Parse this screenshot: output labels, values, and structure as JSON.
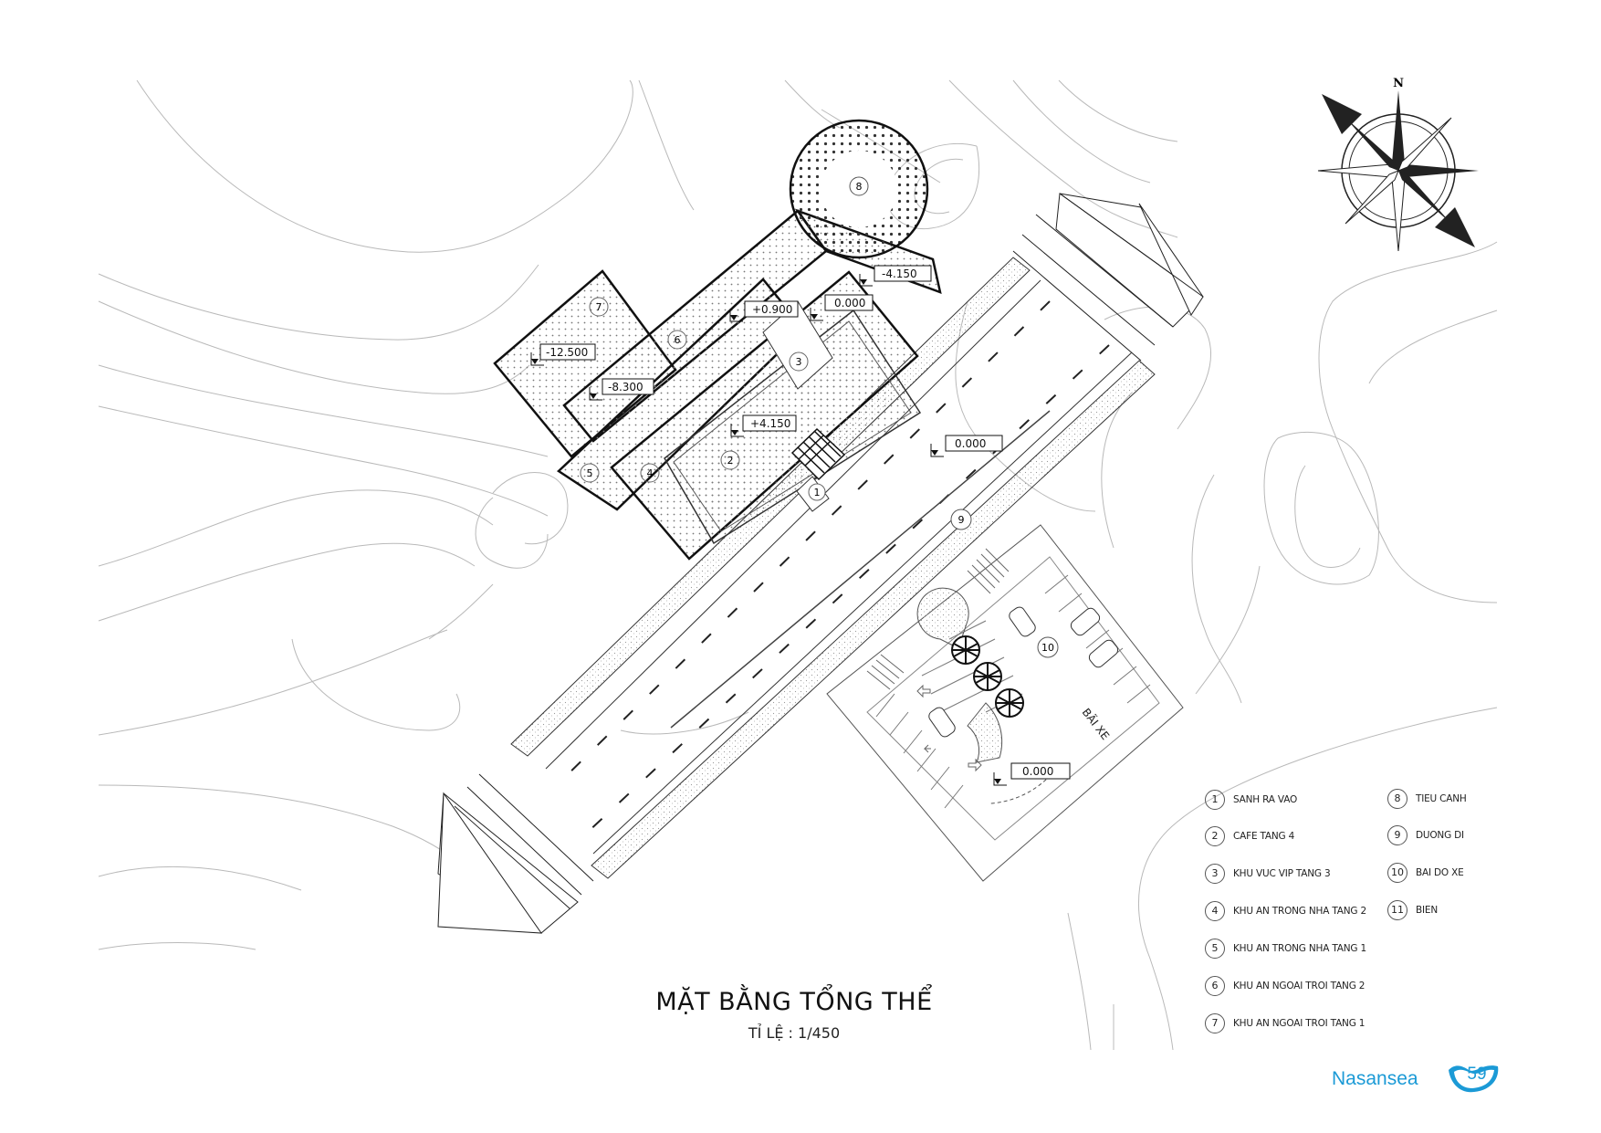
{
  "drawing": {
    "title": "MẶT BẰNG TỔNG THỂ",
    "scale": "TỈ LỆ :  1/450",
    "north_label": "N"
  },
  "levels": {
    "l1": "-4.150",
    "l2": "+0.900",
    "l3": "0.000",
    "l4": "-12.500",
    "l5": "-8.300",
    "l6": "+4.150",
    "l7": "0.000",
    "l8": "0.000"
  },
  "zone_numbers": {
    "z1": "1",
    "z2": "2",
    "z3": "3",
    "z4": "4",
    "z5": "5",
    "z6": "6",
    "z7": "7",
    "z8": "8",
    "z9": "9",
    "z10": "10"
  },
  "parking_label": "BÃI XE",
  "legend": [
    {
      "num": "1",
      "label": "SANH RA VAO"
    },
    {
      "num": "2",
      "label": "CAFE TANG 4"
    },
    {
      "num": "3",
      "label": "KHU VUC VIP TANG 3"
    },
    {
      "num": "4",
      "label": "KHU AN TRONG NHA TANG 2"
    },
    {
      "num": "5",
      "label": "KHU AN TRONG NHA TANG 1"
    },
    {
      "num": "6",
      "label": "KHU AN NGOAI TROI TANG 2"
    },
    {
      "num": "7",
      "label": "KHU AN NGOAI TROI TANG 1"
    },
    {
      "num": "8",
      "label": "TIEU CANH"
    },
    {
      "num": "9",
      "label": "DUONG DI"
    },
    {
      "num": "10",
      "label": "BAI DO XE"
    },
    {
      "num": "11",
      "label": "BIEN"
    }
  ],
  "footer": {
    "brand": "Nasansea",
    "page": "59",
    "accent": "#1b9ad6"
  },
  "icons": {
    "compass": "compass-rose-icon",
    "tree": "tree-icon",
    "car": "car-icon",
    "arrow": "direction-arrow-icon"
  }
}
